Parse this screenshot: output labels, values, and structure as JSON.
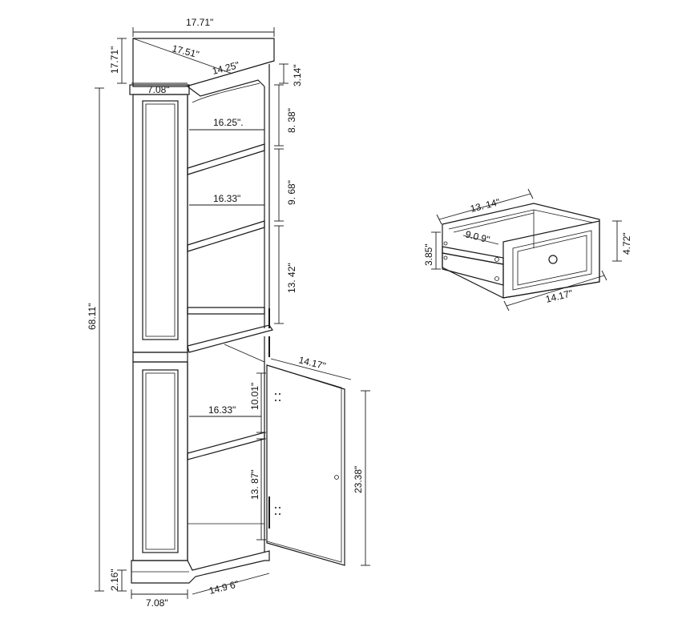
{
  "cabinet_labels": {
    "top_width": "17.71\"",
    "top_depth": "17.71\"",
    "top_diagonal": "17.51\"",
    "top_inner_diagonal": "14.25\"",
    "top_gap": "3.14\"",
    "side_width_top": "7.08\"",
    "shelf1_width": "16.25\".",
    "shelf1_height": "8. 38\"",
    "shelf2_height": "9. 68\"",
    "shelf2_width": "16.33\"",
    "shelf3_height": "13. 42\"",
    "total_height": "68.11\"",
    "door_width": "14.17\"",
    "lower_upper_height": "10.01\"",
    "lower_shelf_width": "16.33\"",
    "lower_bottom_height": "13. 87\"",
    "door_height": "23.38\"",
    "base_height": "2.16\"",
    "side_width_bottom": "7.08\"",
    "base_diagonal": "14.9 6\""
  },
  "drawer_labels": {
    "top_length": "13. 14\"",
    "inner_depth": "9.0 9\"",
    "inner_height": "3.85\"",
    "front_height": "4.72\"",
    "front_length": "14.17\""
  }
}
